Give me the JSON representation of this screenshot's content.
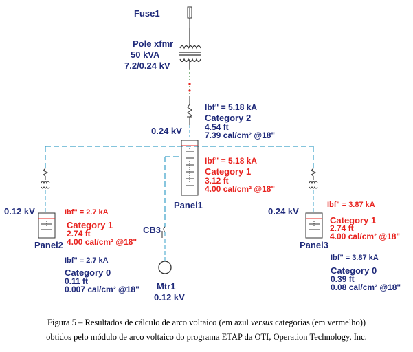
{
  "diagram": {
    "fuse": {
      "name": "Fuse1"
    },
    "transformer": {
      "name": "Pole xfmr",
      "rating": "50 kVA",
      "voltage": "7.2/0.24 kV"
    },
    "main_bus": {
      "voltage": "0.24 kV"
    },
    "panel1": {
      "name": "Panel1",
      "blue": {
        "ibf": "Ibf\" = 5.18 kA",
        "category": "Category 2",
        "distance": "4.54 ft",
        "energy": "7.39 cal/cm² @18\""
      },
      "red": {
        "ibf": "Ibf\" = 5.18 kA",
        "category": "Category 1",
        "distance": "3.12 ft",
        "energy": "4.00 cal/cm² @18\""
      }
    },
    "panel2": {
      "name": "Panel2",
      "voltage": "0.12 kV",
      "red": {
        "ibf": "Ibf\" = 2.7 kA",
        "category": "Category 1",
        "distance": "2.74 ft",
        "energy": "4.00 cal/cm² @18\""
      },
      "blue": {
        "ibf": "Ibf\" = 2.7 kA",
        "category": "Category 0",
        "distance": "0.11 ft",
        "energy": "0.007 cal/cm² @18\""
      }
    },
    "panel3": {
      "name": "Panel3",
      "voltage": "0.24 kV",
      "red": {
        "ibf": "Ibf\" = 3.87 kA",
        "category": "Category 1",
        "distance": "2.74 ft",
        "energy": "4.00 cal/cm² @18\""
      },
      "blue": {
        "ibf": "Ibf\" = 3.87 kA",
        "category": "Category 0",
        "distance": "0.39 ft",
        "energy": "0.08 cal/cm² @18\""
      }
    },
    "breaker": {
      "name": "CB3"
    },
    "motor": {
      "name": "Mtr1",
      "voltage": "0.12 kV"
    }
  },
  "caption": {
    "line1_before": "Figura 5 – Resultados de cálculo de arco voltaico (em azul ",
    "line1_italic": "versus",
    "line1_after": " categorias (em vermelho))",
    "line2": "obtidos pelo módulo de arco voltaico do programa ETAP da OTI, Operation Technology, Inc."
  },
  "colors": {
    "label_blue": "#1f2a7a",
    "label_red": "#e8231f",
    "line_cyan": "#3aa0c8",
    "symbol_dark": "#333333"
  }
}
